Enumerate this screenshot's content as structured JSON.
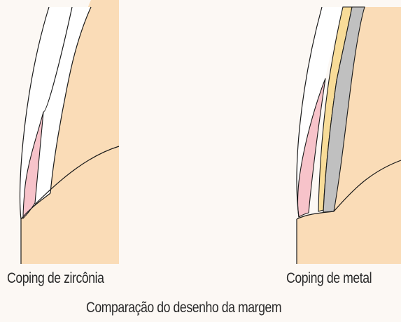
{
  "labels": {
    "left_panel": "Coping de zircônia",
    "right_panel": "Coping de metal",
    "title": "Comparação do desenho da margem"
  },
  "colors": {
    "background": "#fcf8f4",
    "tooth": "#fadcb7",
    "gingiva_pink": "#f7c3ca",
    "gold_layer": "#f8dc98",
    "metal_coping": "#c0c0c0",
    "crown_white": "#ffffff",
    "outline": "#1a1a1a"
  }
}
